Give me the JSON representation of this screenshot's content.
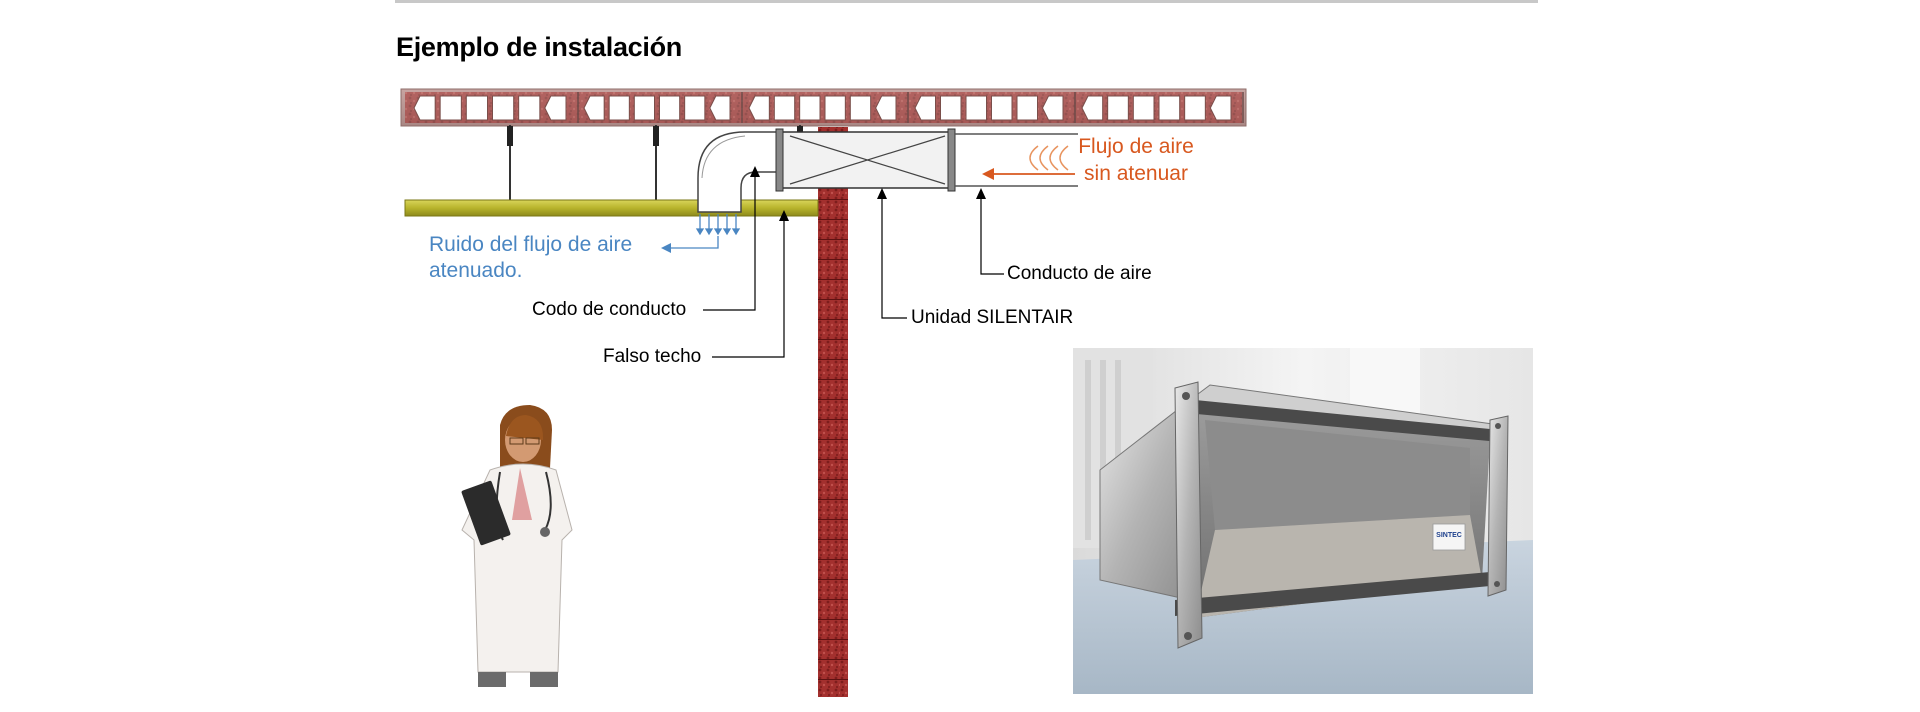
{
  "title": "Ejemplo de instalación",
  "labels": {
    "airflow_line1": "Flujo de aire",
    "airflow_line2": "sin atenuar",
    "noise_line1": "Ruido del flujo de aire",
    "noise_line2": "atenuado.",
    "elbow": "Codo de conducto",
    "false_ceiling": "Falso techo",
    "silentair_unit": "Unidad SILENTAIR",
    "air_duct": "Conducto de aire"
  },
  "photo_brand": "SINTEC",
  "colors": {
    "brick": "#9b2a2a",
    "ceiling_slab": "#b9928f",
    "false_ceiling": "#b5b22a",
    "airflow_orange": "#d8581f",
    "noise_blue": "#4a86c2"
  }
}
